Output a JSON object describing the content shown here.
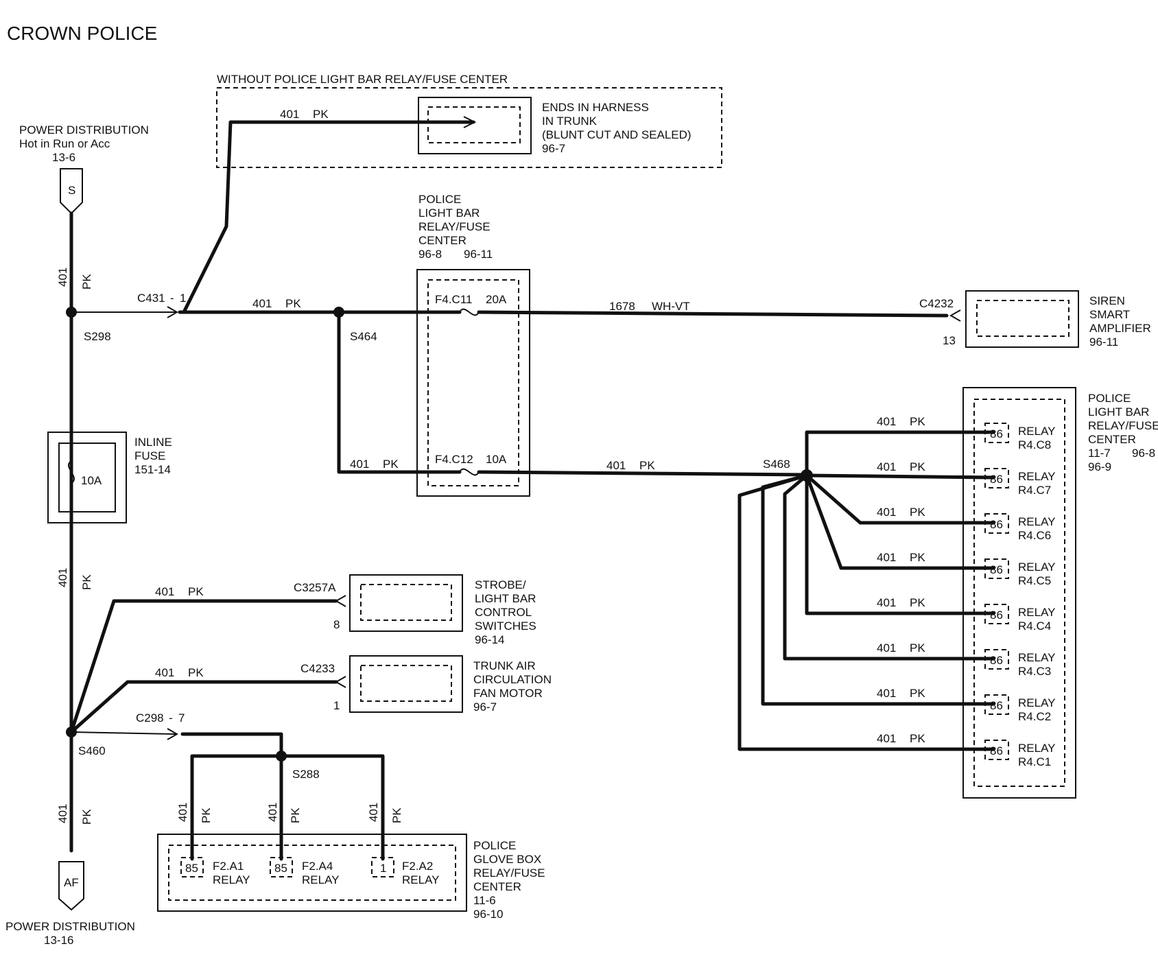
{
  "title": "CROWN POLICE",
  "power_top": {
    "line1": "POWER DISTRIBUTION",
    "line2": "Hot in Run or Acc",
    "line3": "13-6",
    "pin": "S"
  },
  "power_bottom": {
    "line1": "POWER DISTRIBUTION",
    "line2": "13-16",
    "pin": "AF"
  },
  "without_box": {
    "label": "WITHOUT POLICE LIGHT BAR RELAY/FUSE CENTER"
  },
  "ends_harness": {
    "lines": [
      "ENDS IN HARNESS",
      "IN TRUNK",
      "(BLUNT CUT AND SEALED)",
      "96-7"
    ]
  },
  "wire": {
    "circuit": "401",
    "color": "PK"
  },
  "wire_1678": {
    "circuit": "1678",
    "color": "WH-VT"
  },
  "connectors": {
    "c431": "C431",
    "c431_pin": "1",
    "c298": "C298",
    "c298_pin": "7",
    "c4232": "C4232",
    "c4232_pin": "13",
    "c3257a": "C3257A",
    "c3257a_pin": "8",
    "c4233": "C4233",
    "c4233_pin": "1"
  },
  "splices": {
    "s298": "S298",
    "s464": "S464",
    "s468": "S468",
    "s460": "S460",
    "s288": "S288"
  },
  "fuse_center": {
    "lines": [
      "POLICE",
      "LIGHT BAR",
      "RELAY/FUSE",
      "CENTER"
    ],
    "ref1": "96-8",
    "ref2": "96-11"
  },
  "f4c11": {
    "name": "F4.C11",
    "rating": "20A"
  },
  "f4c12": {
    "name": "F4.C12",
    "rating": "10A"
  },
  "inline_fuse": {
    "lines": [
      "INLINE",
      "FUSE",
      "151-14"
    ],
    "rating": "10A"
  },
  "siren": {
    "lines": [
      "SIREN",
      "SMART",
      "AMPLIFIER",
      "96-11"
    ]
  },
  "relay_center": {
    "lines": [
      "POLICE",
      "LIGHT BAR",
      "RELAY/FUSE",
      "CENTER"
    ],
    "ref_a": "11-7",
    "ref_b": "96-8",
    "ref_c": "96-9"
  },
  "relays": [
    {
      "pin": "86",
      "name": "RELAY",
      "id": "R4.C8"
    },
    {
      "pin": "86",
      "name": "RELAY",
      "id": "R4.C7"
    },
    {
      "pin": "86",
      "name": "RELAY",
      "id": "R4.C6"
    },
    {
      "pin": "86",
      "name": "RELAY",
      "id": "R4.C5"
    },
    {
      "pin": "86",
      "name": "RELAY",
      "id": "R4.C4"
    },
    {
      "pin": "86",
      "name": "RELAY",
      "id": "R4.C3"
    },
    {
      "pin": "86",
      "name": "RELAY",
      "id": "R4.C2"
    },
    {
      "pin": "86",
      "name": "RELAY",
      "id": "R4.C1"
    }
  ],
  "strobe": {
    "lines": [
      "STROBE/",
      "LIGHT BAR",
      "CONTROL",
      "SWITCHES",
      "96-14"
    ]
  },
  "trunk_fan": {
    "lines": [
      "TRUNK AIR",
      "CIRCULATION",
      "FAN MOTOR",
      "96-7"
    ]
  },
  "glove_box": {
    "lines": [
      "POLICE",
      "GLOVE BOX",
      "RELAY/FUSE",
      "CENTER",
      "11-6",
      "96-10"
    ]
  },
  "glove_relays": [
    {
      "pin": "85",
      "fuse": "F2.A1",
      "name": "RELAY"
    },
    {
      "pin": "85",
      "fuse": "F2.A4",
      "name": "RELAY"
    },
    {
      "pin": "1",
      "fuse": "F2.A2",
      "name": "RELAY"
    }
  ]
}
